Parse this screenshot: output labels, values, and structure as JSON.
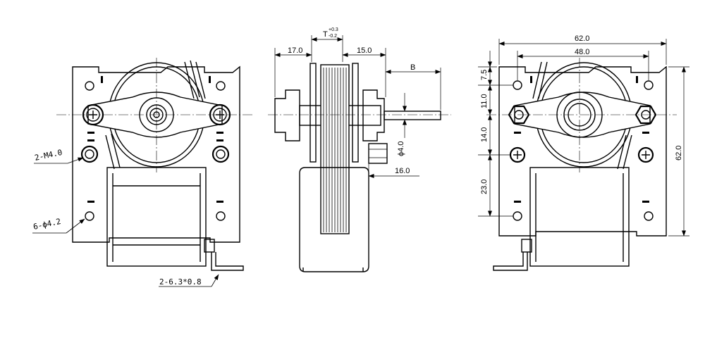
{
  "annotations": {
    "thread_callout": "2-M4.0",
    "hole_callout": "6-ϕ4.2",
    "terminal_callout": "2-6.3*0.8"
  },
  "dimensions": {
    "side_left": "17.0",
    "side_right": "15.0",
    "tolerance_T": "T",
    "tolerance_upper": "+0.3",
    "tolerance_lower": "-0.2",
    "shaft_B": "B",
    "shaft_dia": "ϕ4.0",
    "shaft_len": "16.0",
    "overall_width": "62.0",
    "hole_spacing": "48.0",
    "overall_height": "62.0",
    "top_offset": "7.5",
    "shaft_to_top_hole": "11.0",
    "shaft_to_mid_hole": "14.0",
    "mid_to_low_hole": "23.0"
  }
}
